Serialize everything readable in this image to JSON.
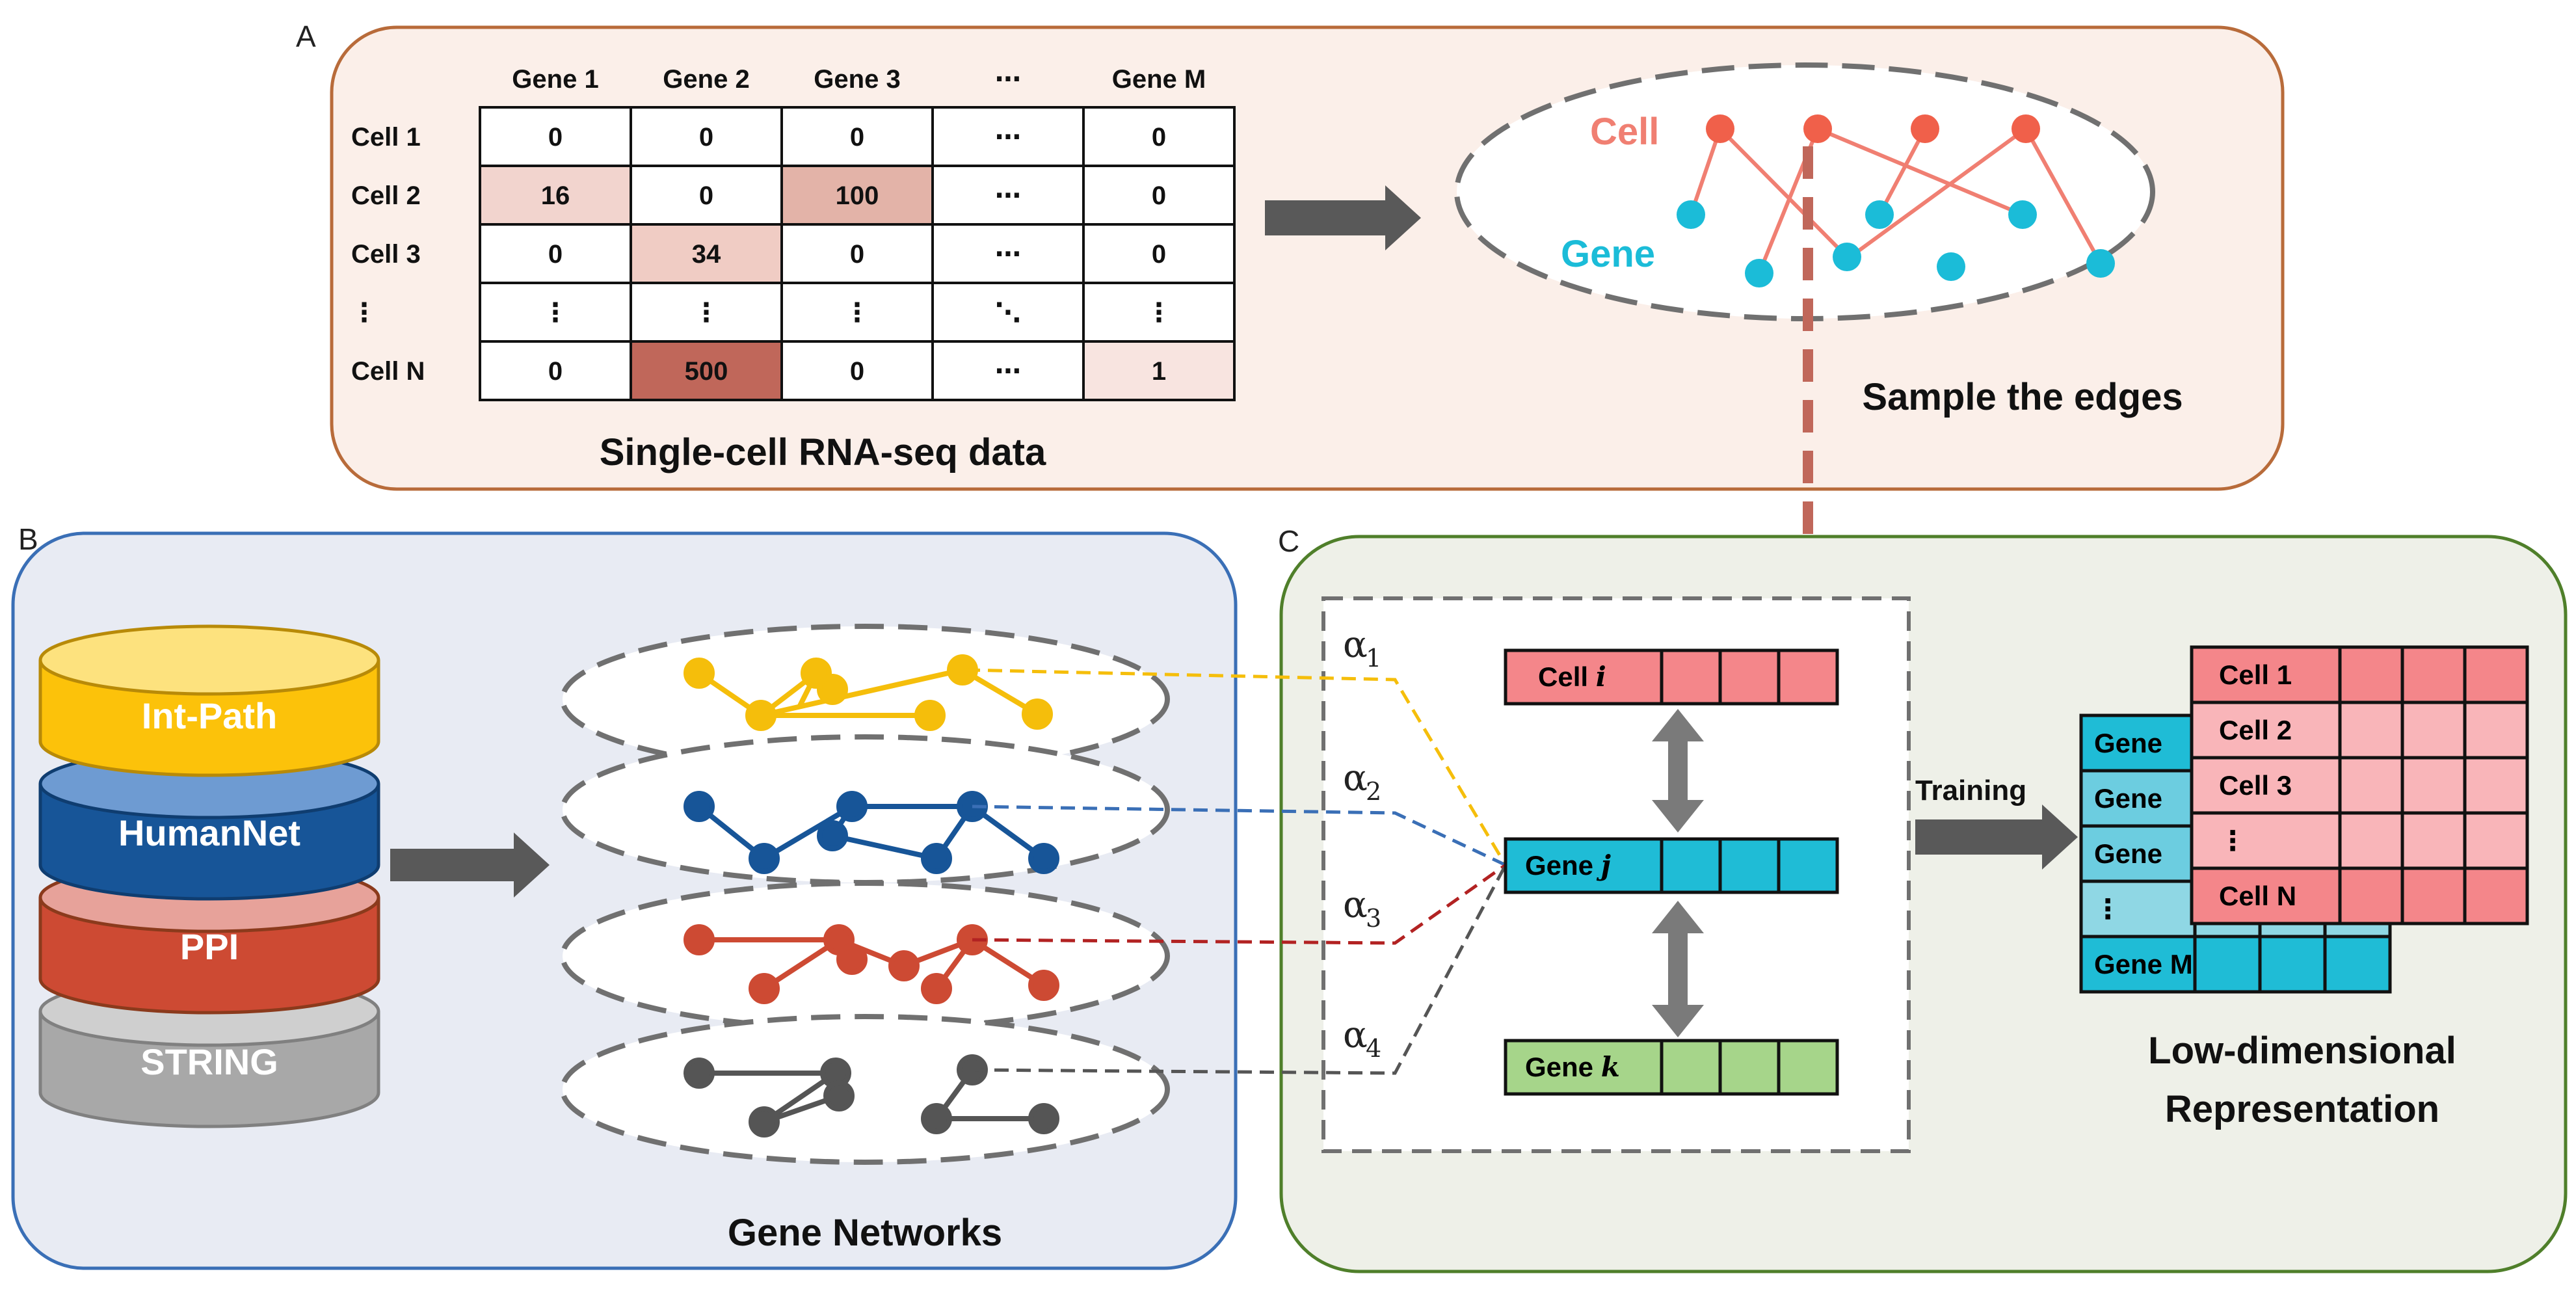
{
  "panels": {
    "a": "A",
    "b": "B",
    "c": "C"
  },
  "panel_a": {
    "matrix": {
      "col_headers": [
        "Gene 1",
        "Gene 2",
        "Gene 3",
        "⋯",
        "Gene M"
      ],
      "row_headers": [
        "Cell 1",
        "Cell 2",
        "Cell 3",
        "⋮",
        "Cell N"
      ],
      "rows": [
        [
          "0",
          "0",
          "0",
          "⋯",
          "0"
        ],
        [
          "16",
          "0",
          "100",
          "⋯",
          "0"
        ],
        [
          "0",
          "34",
          "0",
          "⋯",
          "0"
        ],
        [
          "⋮",
          "⋮",
          "⋮",
          "⋱",
          "⋮"
        ],
        [
          "0",
          "500",
          "0",
          "⋯",
          "1"
        ]
      ],
      "highlight_colors": [
        [
          "",
          "",
          "",
          "",
          ""
        ],
        [
          "#f2d4ce",
          "",
          "#e3b3a8",
          "",
          ""
        ],
        [
          "",
          "#f0ccc4",
          "",
          "",
          ""
        ],
        [
          "",
          "",
          "",
          "",
          ""
        ],
        [
          "",
          "#c0675a",
          "",
          "",
          "#f8e4e0"
        ]
      ]
    },
    "caption": "Single-cell RNA-seq data",
    "bipartite": {
      "cell_label": "Cell",
      "gene_label": "Gene",
      "cell_color": "#f07f72",
      "gene_color": "#1bbcd8"
    },
    "sample_label": "Sample the edges"
  },
  "panel_b": {
    "databases": [
      {
        "label": "Int-Path",
        "color": "#fcc20a"
      },
      {
        "label": "HumanNet",
        "color": "#175598"
      },
      {
        "label": "PPI",
        "color": "#cd4a33"
      },
      {
        "label": "STRING",
        "color": "#a8a8a8"
      }
    ],
    "network_colors": [
      "#f5be0b",
      "#175598",
      "#cd4a33",
      "#555555"
    ],
    "caption": "Gene Networks"
  },
  "panel_c": {
    "alphas": [
      {
        "sym": "α",
        "sub": "1"
      },
      {
        "sym": "α",
        "sub": "2"
      },
      {
        "sym": "α",
        "sub": "3"
      },
      {
        "sym": "α",
        "sub": "4"
      }
    ],
    "cell_i": {
      "label": "Cell ",
      "var": "i",
      "color": "#f4868a"
    },
    "gene_j": {
      "label": "Gene ",
      "var": "j",
      "color": "#1fbcd6"
    },
    "gene_k": {
      "label": "Gene ",
      "var": "k",
      "color": "#a6d58a"
    },
    "training_label": "Training",
    "cell_matrix_labels": [
      "Cell 1",
      "Cell 2",
      "Cell 3",
      "⋮",
      "Cell N"
    ],
    "gene_matrix_labels": [
      "Gene",
      "Gene",
      "Gene",
      "⋮",
      "Gene M"
    ],
    "caption_line1": "Low-dimensional",
    "caption_line2": "Representation"
  }
}
